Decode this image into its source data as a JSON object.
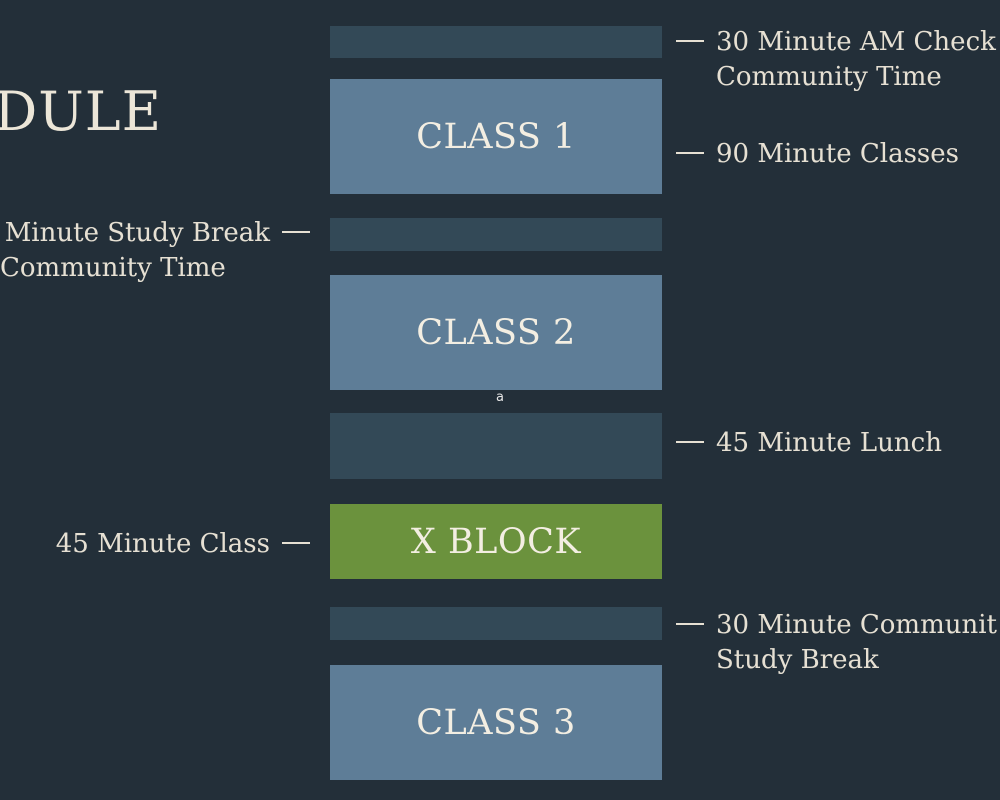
{
  "heading": "DULE",
  "blocks": {
    "class1": "CLASS 1",
    "class2": "CLASS 2",
    "xblock": "X BLOCK",
    "class3": "CLASS 3"
  },
  "notes": {
    "am_check_line1": "30 Minute AM Check",
    "am_check_line2": "Community Time",
    "classes": "90 Minute Classes",
    "study_break_line1": "Minute Study Break",
    "study_break_line2": "Community Time",
    "lunch": "45 Minute Lunch",
    "x_block": "45 Minute Class",
    "community_line1": "30 Minute Communit",
    "community_line2": "Study Break"
  },
  "center_mark": "a",
  "colors": {
    "background": "#232f39",
    "band": "#334957",
    "class_block": "#5e7d97",
    "x_block": "#6b923d",
    "text": "#e6e0d3"
  }
}
